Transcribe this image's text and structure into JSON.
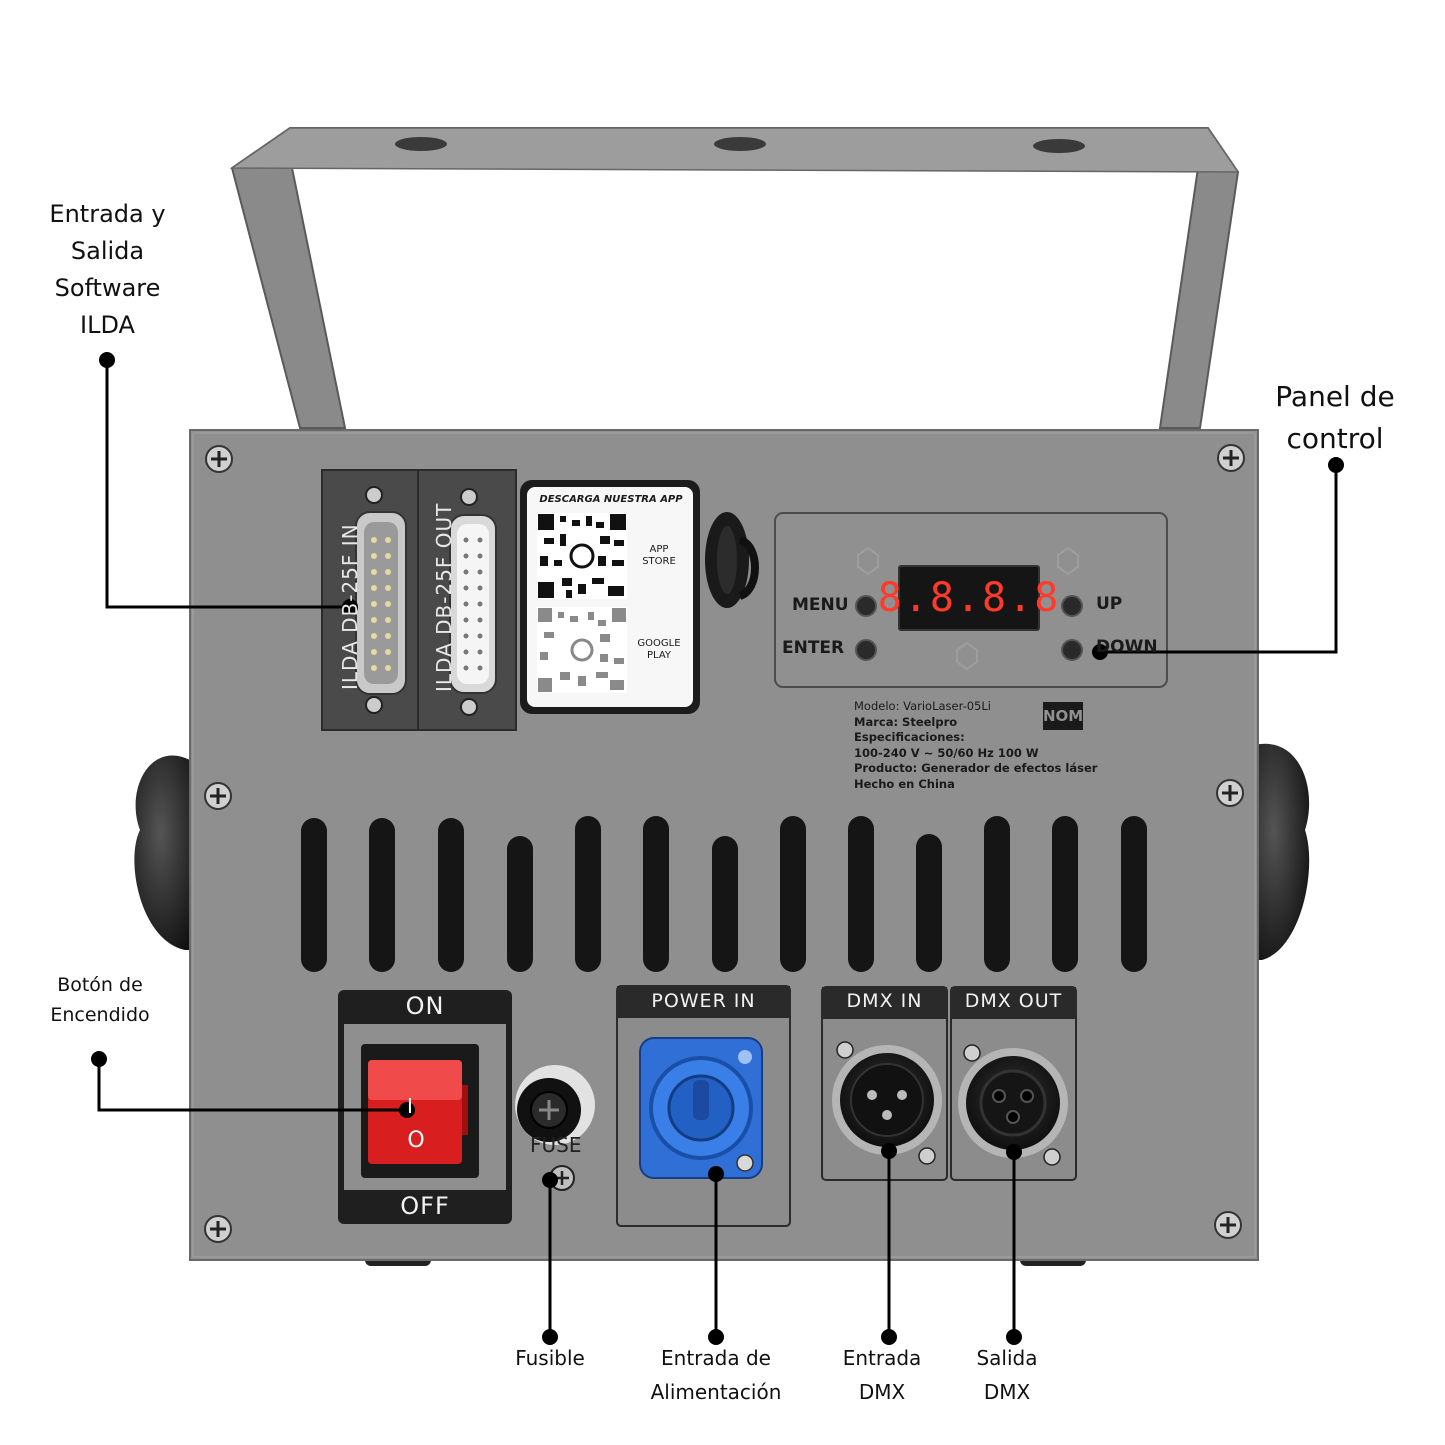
{
  "callouts": {
    "ilda": "Entrada y\nSalida\nSoftware\nILDA",
    "panel": "Panel de\ncontrol",
    "power_button": "Botón de\nEncendido",
    "fuse": "Fusible",
    "power_in": "Entrada de\nAlimentación",
    "dmx_in": "Entrada\nDMX",
    "dmx_out": "Salida\nDMX"
  },
  "device": {
    "ilda_in": "ILDA DB-25F IN",
    "ilda_out": "ILDA DB-25F OUT",
    "app_title": "DESCARGA NUESTRA APP",
    "app_store": "APP\nSTORE",
    "google_play": "GOOGLE\nPLAY",
    "display": "8.8.8.8",
    "menu": "MENU",
    "enter": "ENTER",
    "up": "UP",
    "down": "DOWN",
    "nom": "NOM",
    "spec_lines": [
      "Modelo: VarioLaser-05Li",
      "Marca: Steelpro",
      "Especificaciones:",
      "100-240 V ~ 50/60 Hz 100 W",
      "Producto: Generador de efectos láser",
      "Hecho en China"
    ],
    "on": "ON",
    "off": "OFF",
    "switch_i": "I",
    "switch_o": "O",
    "fuse": "FUSE",
    "power_in": "POWER IN",
    "dmx_in": "DMX IN",
    "dmx_out": "DMX OUT"
  },
  "colors": {
    "panel": "#8f8f8f",
    "switch_red": "#d81e1e",
    "powercon_blue": "#2f6fd6",
    "display_red": "#ff3a2a"
  }
}
